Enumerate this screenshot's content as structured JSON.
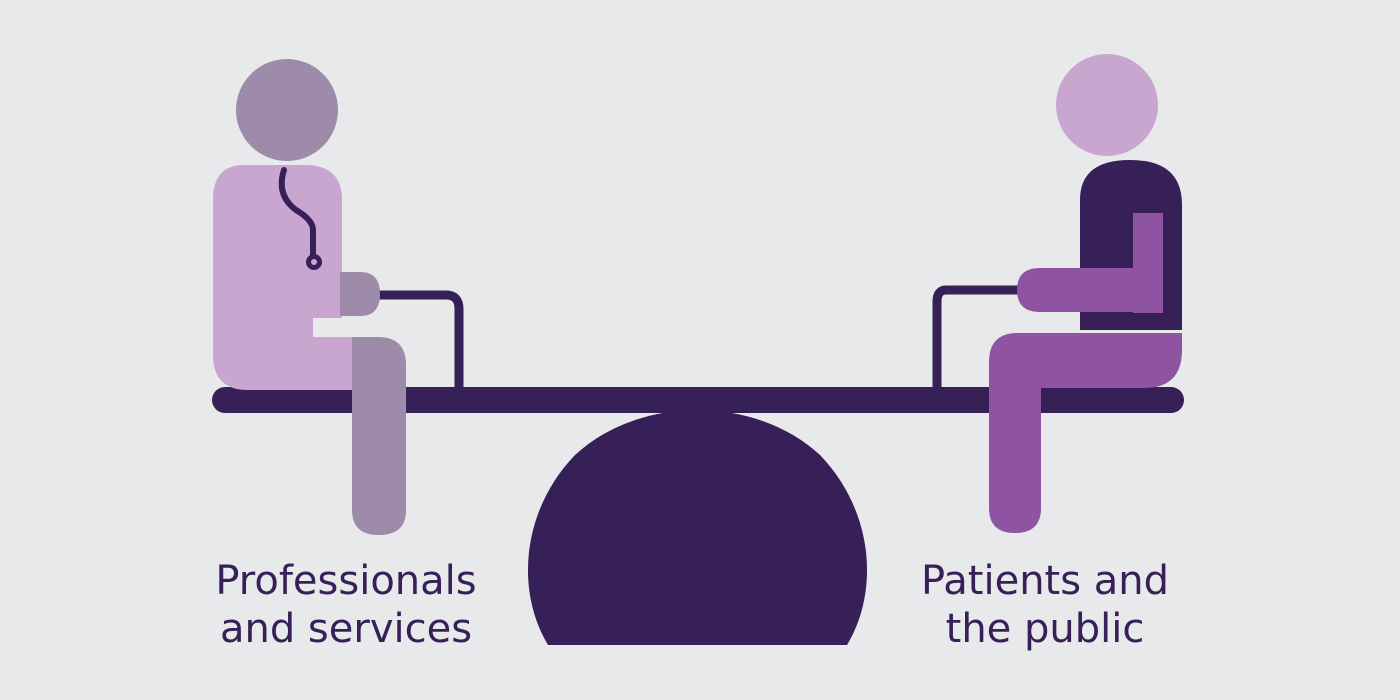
{
  "labels": {
    "left": {
      "line1": "Professionals",
      "line2": "and services"
    },
    "right": {
      "line1": "Patients and",
      "line2": "the public"
    }
  },
  "colors": {
    "background": "#e8e9eb",
    "dark_purple": "#371f57",
    "light_purple": "#c9a6d0",
    "grey_purple": "#9d8ba9",
    "mid_purple": "#8e53a1",
    "head_right": "#c9a6d0"
  },
  "icons": {
    "left_figure": "professional-with-stethoscope-icon",
    "right_figure": "patient-icon",
    "seesaw": "seesaw-icon"
  }
}
